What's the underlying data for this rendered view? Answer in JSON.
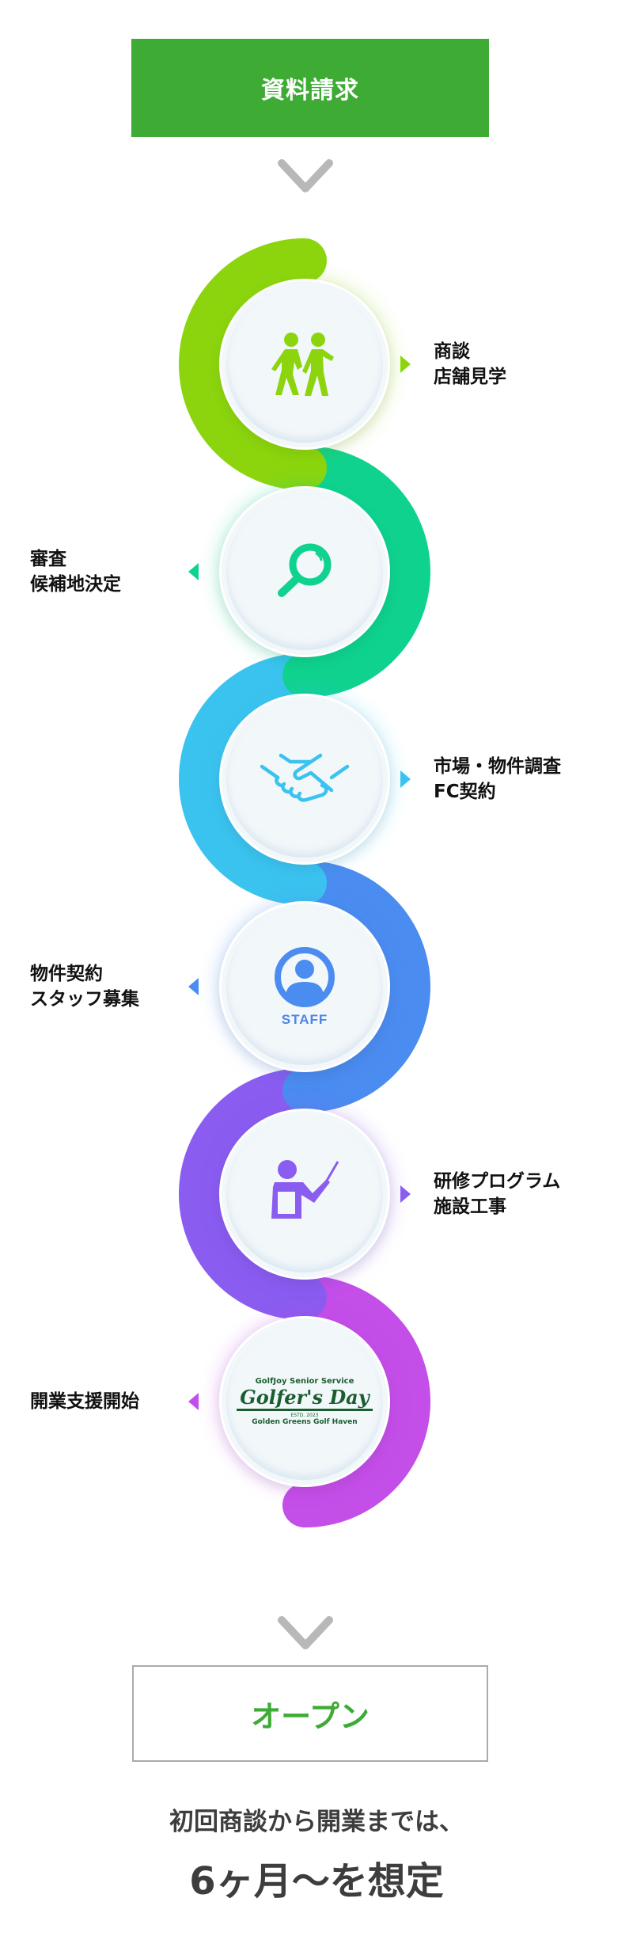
{
  "header": {
    "request_label": "資料請求"
  },
  "steps": [
    {
      "lines": [
        "商談",
        "店舗見学"
      ],
      "side": "right",
      "color": "#8cd50e",
      "icon": "walking-people-icon"
    },
    {
      "lines": [
        "審査",
        "候補地決定"
      ],
      "side": "left",
      "color": "#10d28f",
      "icon": "magnifier-icon"
    },
    {
      "lines": [
        "市場・物件調査",
        "FC契約"
      ],
      "side": "right",
      "color": "#3bc3ef",
      "icon": "handshake-icon"
    },
    {
      "lines": [
        "物件契約",
        "スタッフ募集"
      ],
      "side": "left",
      "color": "#4b8cf0",
      "icon": "staff-icon",
      "icon_text": "STAFF"
    },
    {
      "lines": [
        "研修プログラム",
        "施設工事"
      ],
      "side": "right",
      "color": "#8a5cf0",
      "icon": "teacher-icon"
    },
    {
      "lines": [
        "開業支援開始"
      ],
      "side": "left",
      "color": "#c44ee8",
      "icon": "golfers-day-logo",
      "logo": {
        "top": "GolfJoy Senior Service",
        "name": "Golfer's Day",
        "bottom": "Golden Greens Golf Haven",
        "estd": "ESTD. 2023"
      }
    }
  ],
  "footer": {
    "open_label": "オープン",
    "summary_line1": "初回商談から開業までは、",
    "summary_line2": "6ヶ月〜を想定"
  },
  "colors": {
    "brand_green": "#3dab34",
    "chevron": "#b8b8b8",
    "text": "#3d3d3d"
  }
}
